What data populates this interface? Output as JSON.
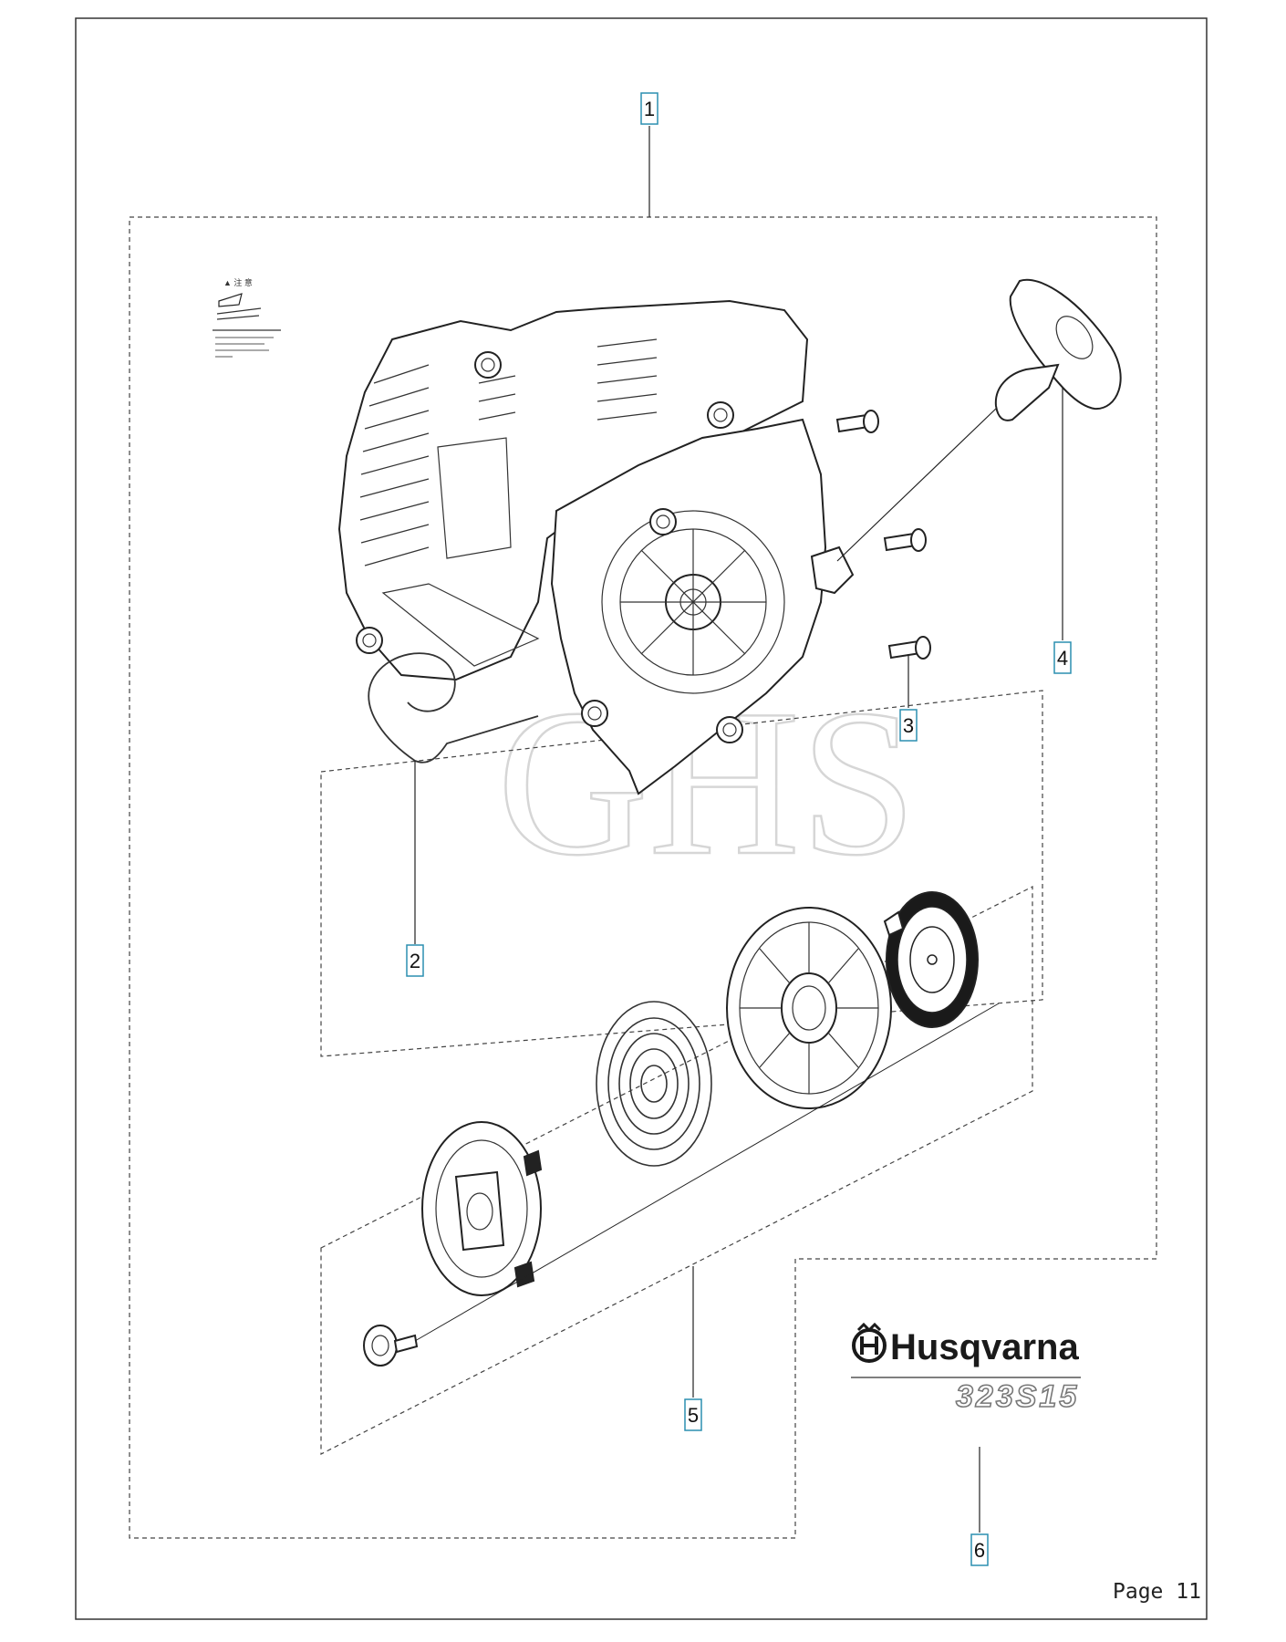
{
  "callouts": [
    {
      "id": "1",
      "label": "1"
    },
    {
      "id": "2",
      "label": "2"
    },
    {
      "id": "3",
      "label": "3"
    },
    {
      "id": "4",
      "label": "4"
    },
    {
      "id": "5",
      "label": "5"
    },
    {
      "id": "6",
      "label": "6"
    }
  ],
  "brand": {
    "name": "Husqvarna",
    "code": "323S15"
  },
  "warning_label": {
    "heading": "▲ 注 意"
  },
  "watermark": "GHS",
  "footer": {
    "page": "Page 11"
  },
  "colors": {
    "callout_border": "#2b8fb0",
    "line": "#222222",
    "watermark": "#d6d6d6"
  }
}
